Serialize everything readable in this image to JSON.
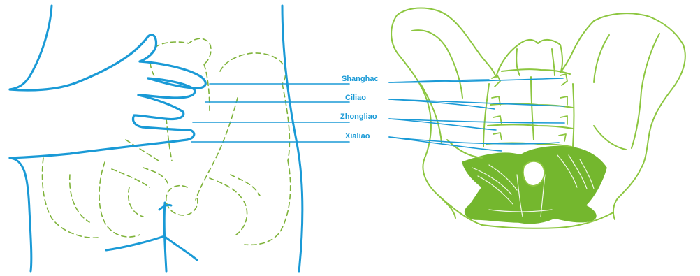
{
  "points": [
    {
      "id": "shanghac",
      "label": "Shanghac"
    },
    {
      "id": "ciliao",
      "label": "Ciliao"
    },
    {
      "id": "zhongliao",
      "label": "Zhongliao"
    },
    {
      "id": "xialiao",
      "label": "Xialiao"
    }
  ],
  "colors": {
    "blue": "#1a9ad6",
    "green_line": "#8cc63f",
    "green_fill": "#74b72e",
    "dash": "#7fb33a"
  }
}
